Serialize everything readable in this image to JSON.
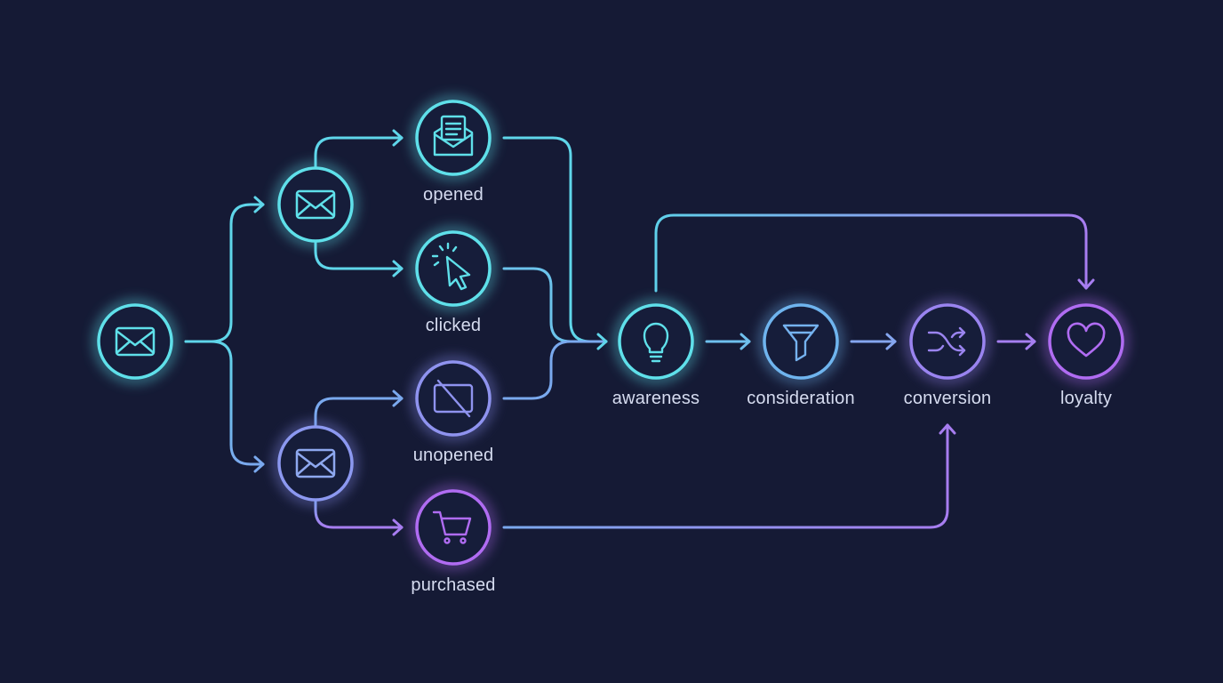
{
  "colors": {
    "background": "#151a35",
    "cyan": "#5fe0ea",
    "blue": "#7aa9ee",
    "violet": "#a77df0",
    "purple": "#b06cf2",
    "node_fill": "#161d3a",
    "label_text": "#d6dcf0"
  },
  "nodes": [
    {
      "id": "root",
      "icon": "envelope-icon",
      "label": ""
    },
    {
      "id": "email-a",
      "icon": "envelope-icon",
      "label": ""
    },
    {
      "id": "email-b",
      "icon": "envelope-icon",
      "label": ""
    },
    {
      "id": "opened",
      "icon": "open-envelope-icon",
      "label": "opened"
    },
    {
      "id": "clicked",
      "icon": "cursor-click-icon",
      "label": "clicked"
    },
    {
      "id": "unopened",
      "icon": "crossed-envelope-icon",
      "label": "unopened"
    },
    {
      "id": "purchased",
      "icon": "shopping-cart-icon",
      "label": "purchased"
    },
    {
      "id": "awareness",
      "icon": "lightbulb-icon",
      "label": "awareness"
    },
    {
      "id": "consideration",
      "icon": "funnel-icon",
      "label": "consideration"
    },
    {
      "id": "conversion",
      "icon": "shuffle-icon",
      "label": "conversion"
    },
    {
      "id": "loyalty",
      "icon": "heart-icon",
      "label": "loyalty"
    }
  ],
  "edges": [
    {
      "from": "root",
      "to": "email-a"
    },
    {
      "from": "root",
      "to": "email-b"
    },
    {
      "from": "email-a",
      "to": "opened"
    },
    {
      "from": "email-a",
      "to": "clicked"
    },
    {
      "from": "email-b",
      "to": "unopened"
    },
    {
      "from": "email-b",
      "to": "purchased"
    },
    {
      "from": "opened",
      "to": "awareness"
    },
    {
      "from": "clicked",
      "to": "awareness"
    },
    {
      "from": "unopened",
      "to": "awareness"
    },
    {
      "from": "awareness",
      "to": "consideration"
    },
    {
      "from": "consideration",
      "to": "conversion"
    },
    {
      "from": "conversion",
      "to": "loyalty"
    },
    {
      "from": "awareness",
      "to": "loyalty"
    },
    {
      "from": "purchased",
      "to": "conversion"
    }
  ]
}
